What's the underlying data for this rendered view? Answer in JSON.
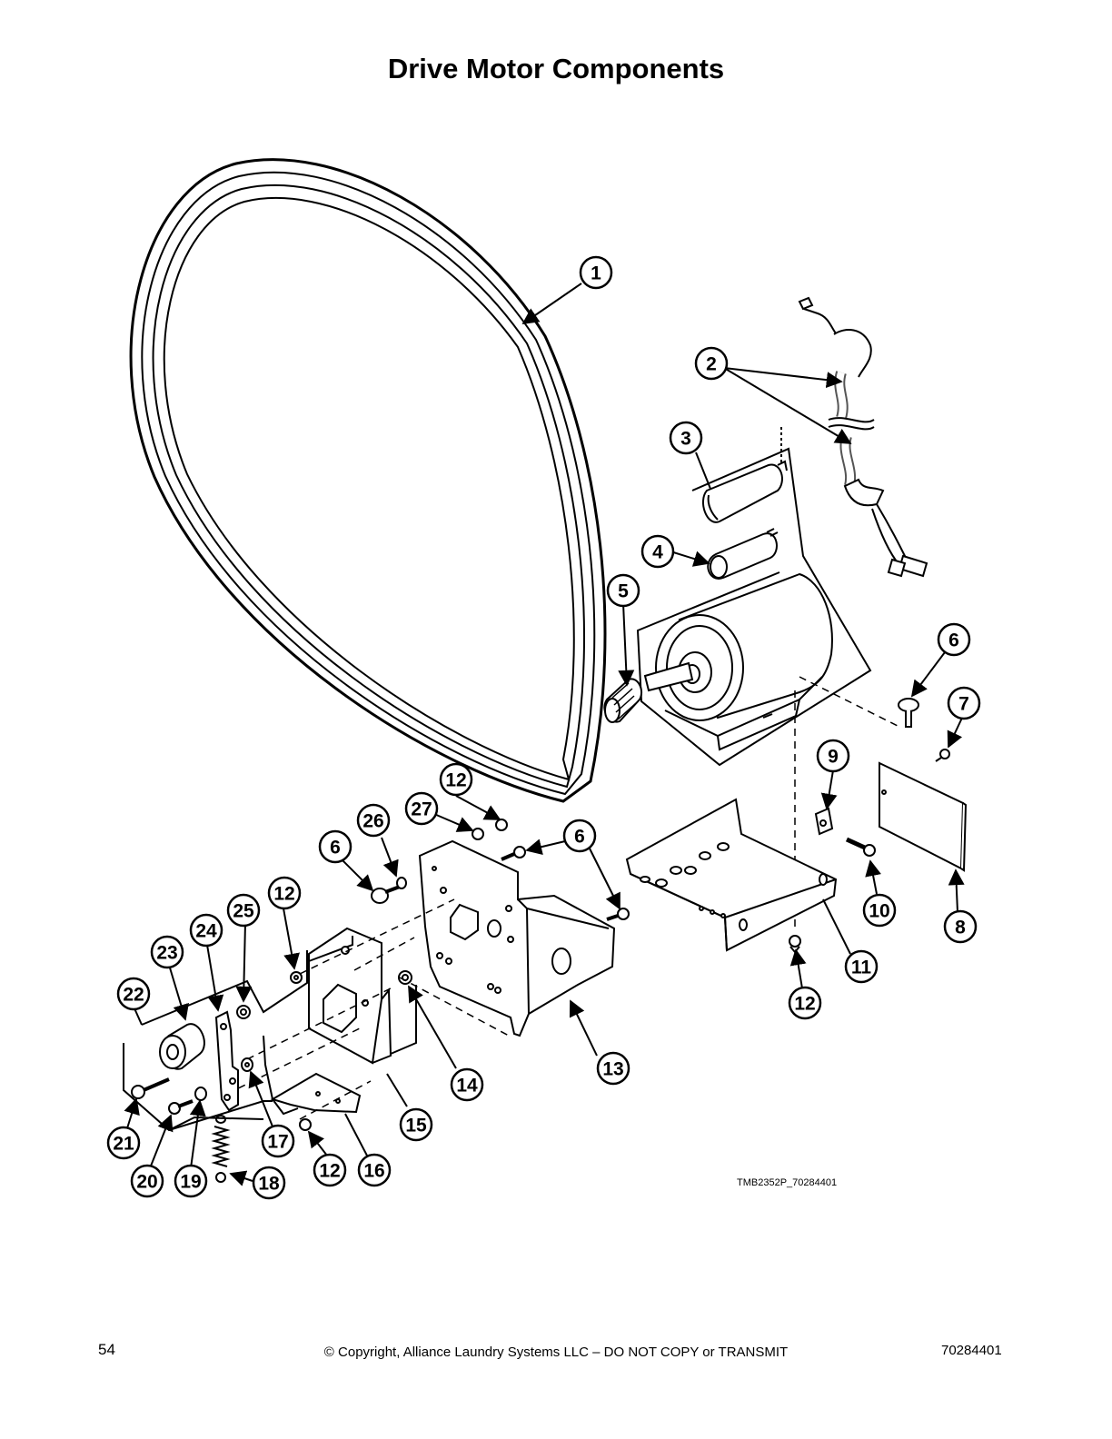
{
  "page": {
    "title": "Drive Motor Components",
    "drawing_code": "TMB2352P_70284401",
    "page_number": "54",
    "copyright": "© Copyright, Alliance Laundry Systems LLC – DO NOT COPY or TRANSMIT",
    "document_number": "70284401"
  },
  "callouts": [
    "1",
    "2",
    "3",
    "4",
    "5",
    "6",
    "7",
    "8",
    "9",
    "10",
    "11",
    "12",
    "13",
    "14",
    "15",
    "16",
    "17",
    "18",
    "19",
    "20",
    "21",
    "22",
    "23",
    "24",
    "25",
    "26",
    "27",
    "12",
    "12",
    "12",
    "6",
    "6"
  ]
}
